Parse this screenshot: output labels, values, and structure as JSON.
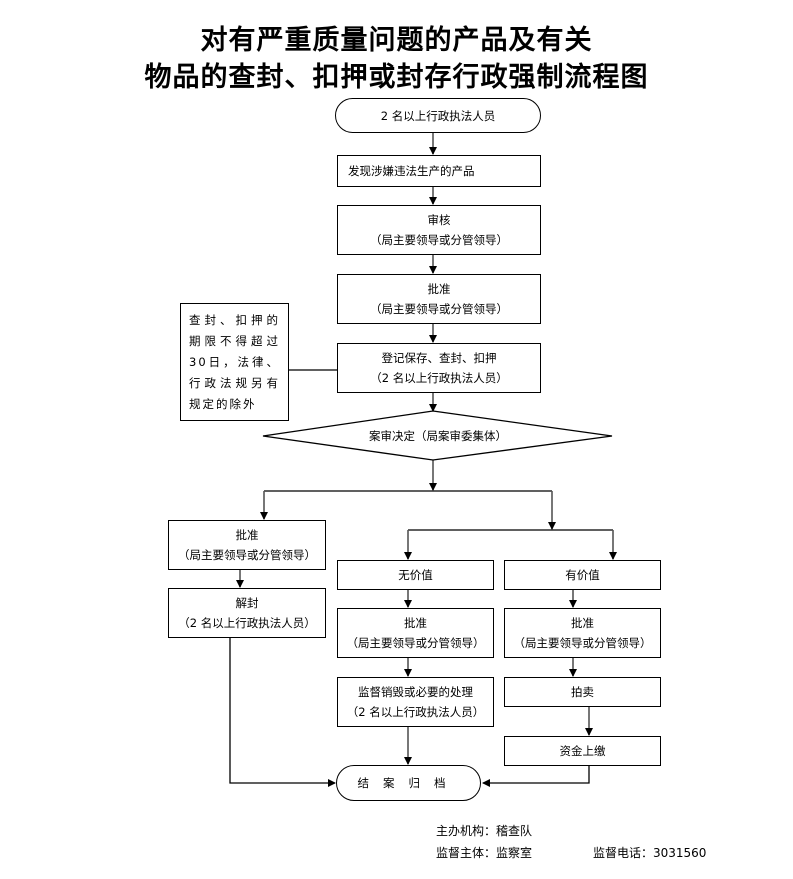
{
  "title": {
    "line1": "对有严重质量问题的产品及有关",
    "line2": "物品的查封、扣押或封存行政强制流程图"
  },
  "nodes": {
    "start": "2 名以上行政执法人员",
    "discover": "发现涉嫌违法生产的产品",
    "review": {
      "title": "审核",
      "sub": "（局主要领导或分管领导）"
    },
    "approve1": {
      "title": "批准",
      "sub": "（局主要领导或分管领导）"
    },
    "register": {
      "title": "登记保存、查封、扣押",
      "sub": "（2 名以上行政执法人员）"
    },
    "note": "查封、扣押的期限不得超过30日，法律、行政法规另有规定的除外",
    "decision": "案审决定（局案审委集体）",
    "approve_left": {
      "title": "批准",
      "sub": "（局主要领导或分管领导）"
    },
    "unseal": {
      "title": "解封",
      "sub": "（2 名以上行政执法人员）"
    },
    "no_value": "无价值",
    "has_value": "有价值",
    "approve_mid": {
      "title": "批准",
      "sub": "（局主要领导或分管领导）"
    },
    "approve_right": {
      "title": "批准",
      "sub": "（局主要领导或分管领导）"
    },
    "destroy": {
      "title": "监督销毁或必要的处理",
      "sub": "（2 名以上行政执法人员）"
    },
    "auction": "拍卖",
    "funds": "资金上缴",
    "end": "结案归档"
  },
  "footer": {
    "organizer": "主办机构：稽查队",
    "supervisor": "监督主体：监察室",
    "phone": "监督电话：3031560"
  }
}
